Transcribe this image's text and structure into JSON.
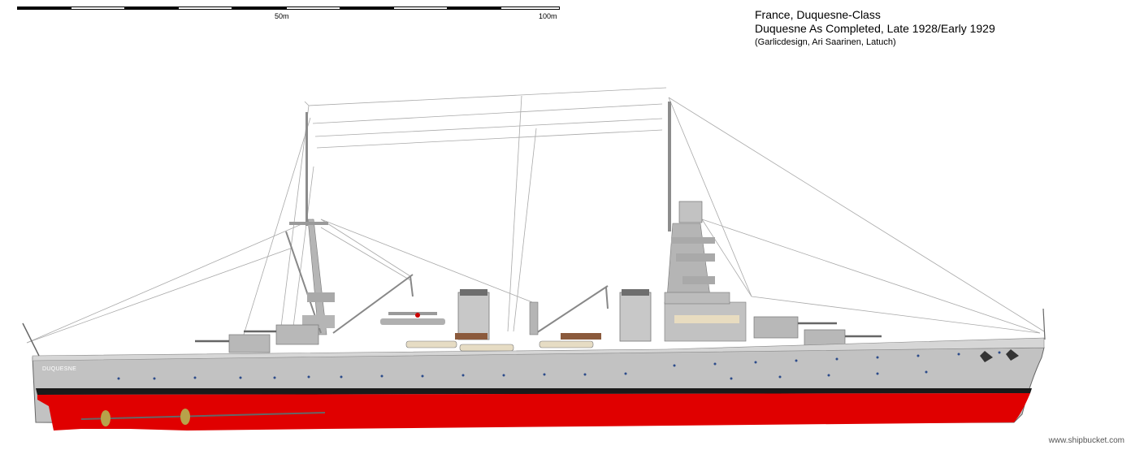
{
  "scale_bar": {
    "label_mid": "50m",
    "label_end": "100m"
  },
  "title": {
    "line1": "France, Duquesne-Class",
    "line2": "Duquesne As Completed, Late 1928/Early 1929",
    "line3": "(Garlicdesign, Ari Saarinen, Latuch)"
  },
  "ship": {
    "name": "DUQUESNE",
    "colors": {
      "hull": "#c2c2c2",
      "deck": "#d4d4d4",
      "boot_top": "#1a1a1a",
      "antifouling": "#e00000",
      "portholes": "#2b4b8a",
      "rigging": "#a9a9a9"
    }
  },
  "credit": "www.shipbucket.com"
}
